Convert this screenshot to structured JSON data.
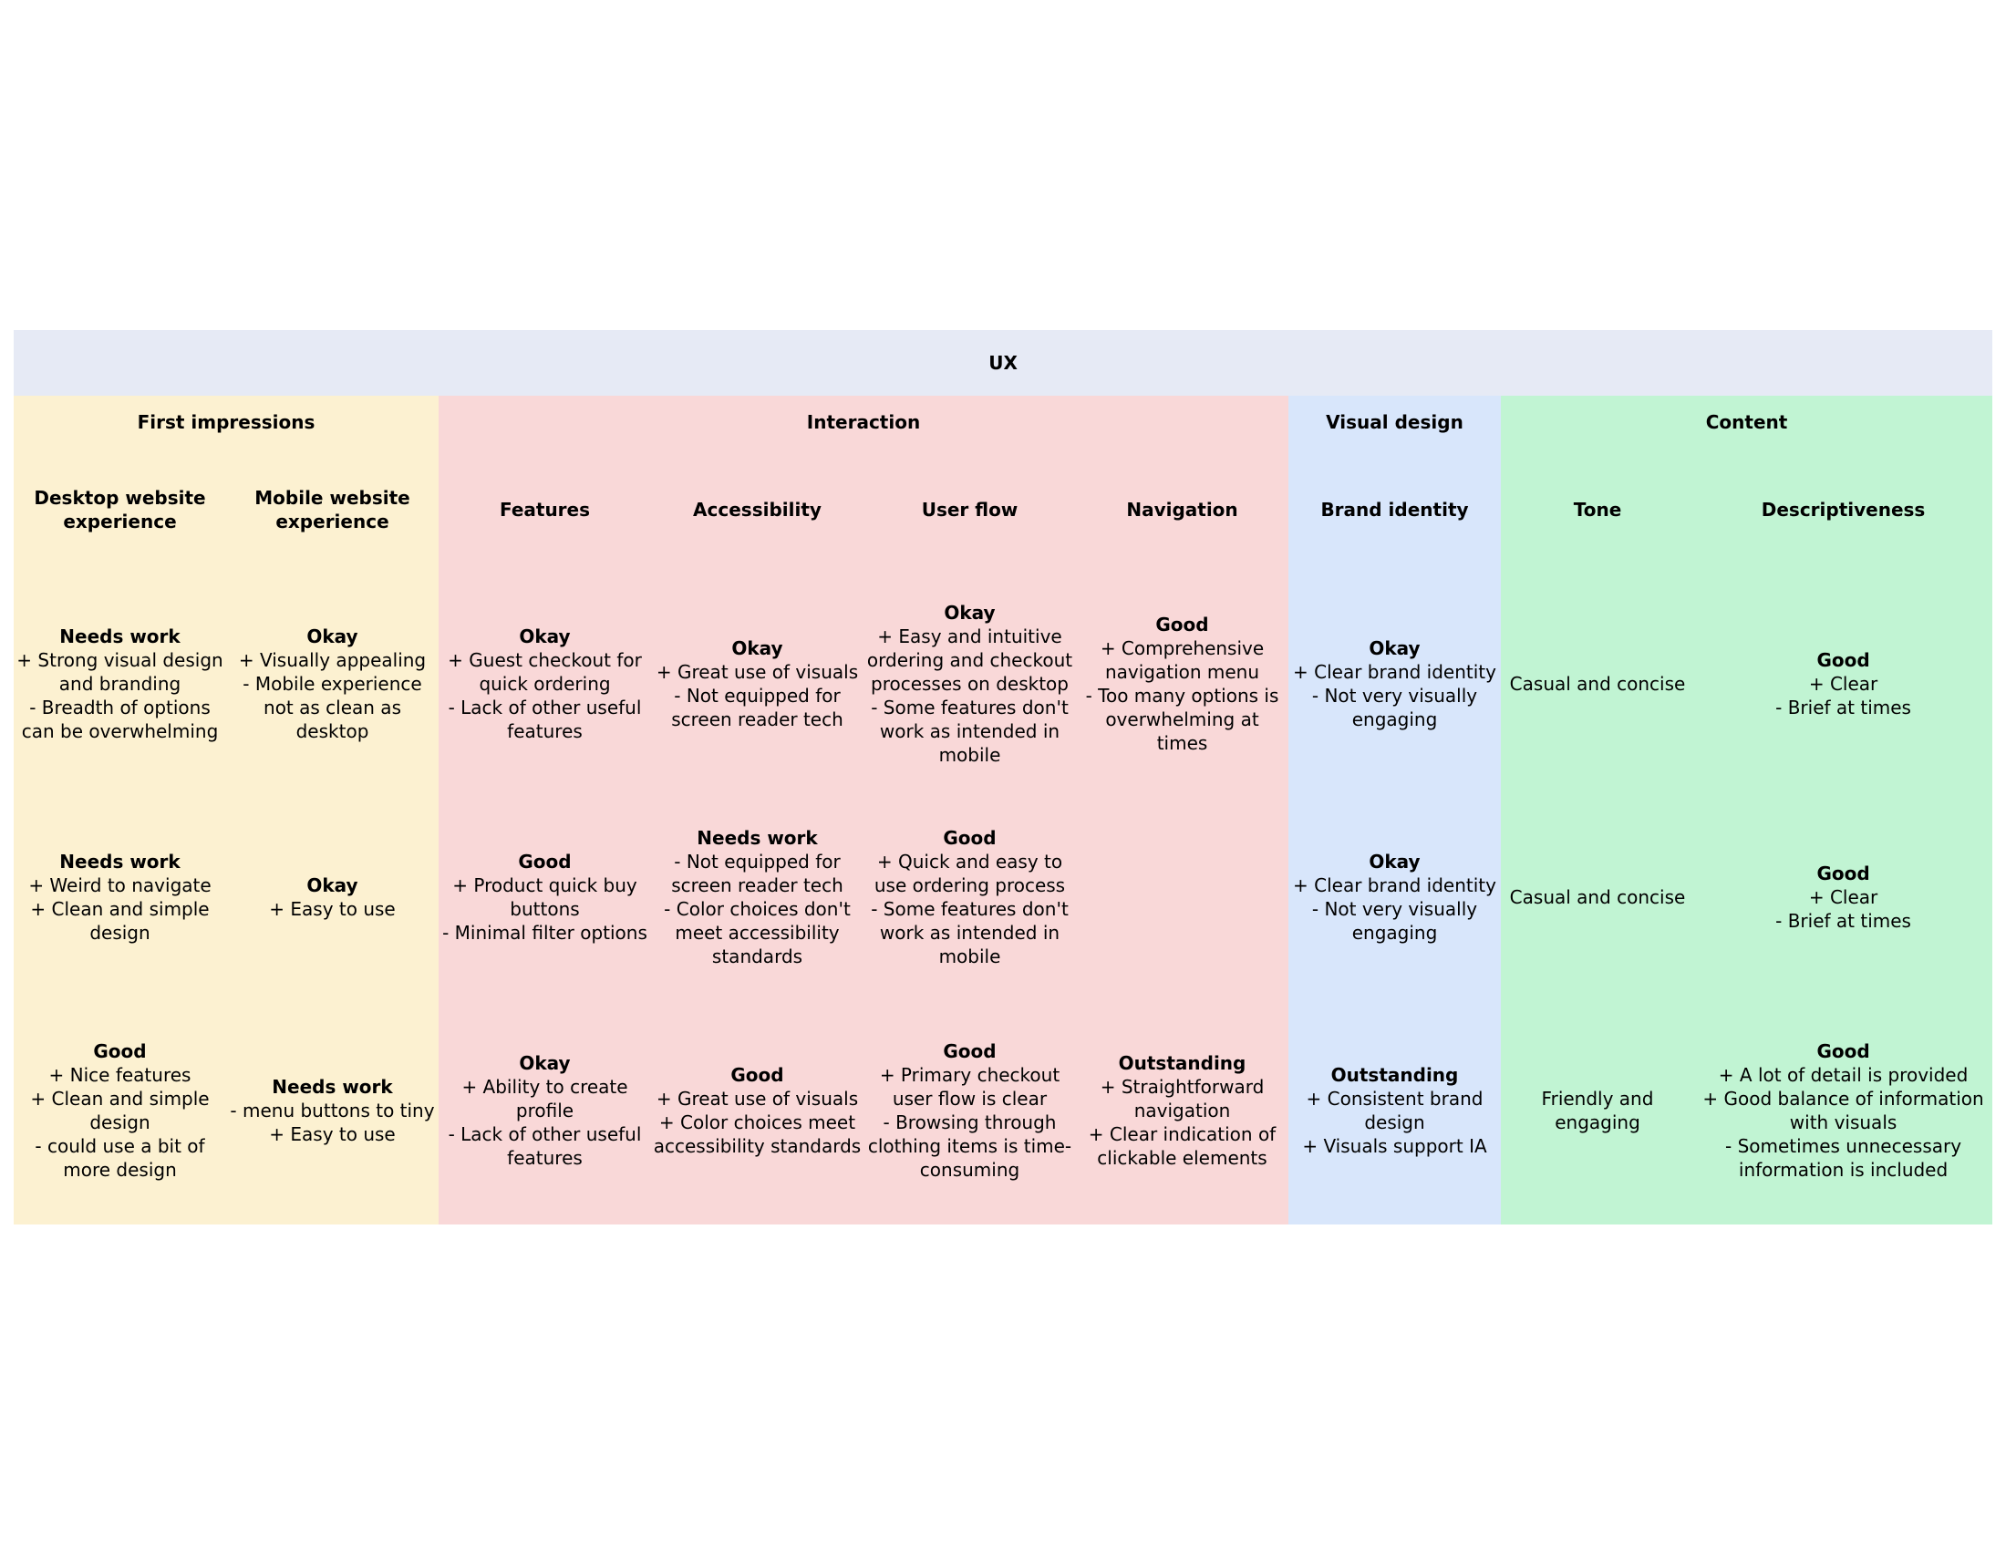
{
  "title": "UX",
  "groups": [
    {
      "label": "First impressions",
      "span": 2,
      "color": "#fcf1d1"
    },
    {
      "label": "Interaction",
      "span": 4,
      "color": "#f9d8d8"
    },
    {
      "label": "Visual design",
      "span": 1,
      "color": "#d8e6fb"
    },
    {
      "label": "Content",
      "span": 2,
      "color": "#c1f4d3"
    }
  ],
  "columns": [
    "Desktop website experience",
    "Mobile website experience",
    "Features",
    "Accessibility",
    "User flow",
    "Navigation",
    "Brand identity",
    "Tone",
    "Descriptiveness"
  ],
  "rows": [
    [
      {
        "rating": "Needs work",
        "notes": [
          "+ Strong visual design and branding",
          "- Breadth of options can be overwhelming"
        ]
      },
      {
        "rating": "Okay",
        "notes": [
          "+ Visually appealing",
          "- Mobile experience not as clean as desktop"
        ]
      },
      {
        "rating": "Okay",
        "notes": [
          "+ Guest checkout for quick ordering",
          "- Lack of other useful features"
        ]
      },
      {
        "rating": "Okay",
        "notes": [
          "+ Great use of visuals",
          "- Not equipped for screen reader tech"
        ]
      },
      {
        "rating": "Okay",
        "notes": [
          "+ Easy and intuitive ordering and checkout processes on desktop",
          "- Some features don't work as intended in mobile"
        ]
      },
      {
        "rating": "Good",
        "notes": [
          "+ Comprehensive navigation menu",
          "- Too many options is overwhelming at times"
        ]
      },
      {
        "rating": "Okay",
        "notes": [
          "+ Clear brand identity",
          "- Not very visually engaging"
        ]
      },
      {
        "rating": "",
        "notes": [
          "Casual and concise"
        ]
      },
      {
        "rating": "Good",
        "notes": [
          "+ Clear",
          "- Brief at times"
        ]
      }
    ],
    [
      {
        "rating": "Needs work",
        "notes": [
          "+ Weird to navigate",
          "+ Clean and simple design"
        ]
      },
      {
        "rating": "Okay",
        "notes": [
          "+ Easy to use"
        ]
      },
      {
        "rating": "Good",
        "notes": [
          "+ Product quick buy buttons",
          "- Minimal filter options"
        ]
      },
      {
        "rating": "Needs work",
        "notes": [
          "- Not equipped for screen reader tech",
          "- Color choices don't meet accessibility standards"
        ]
      },
      {
        "rating": "Good",
        "notes": [
          "+ Quick and easy to use ordering process",
          "- Some features don't work as intended in mobile"
        ]
      },
      {
        "rating": "",
        "notes": []
      },
      {
        "rating": "Okay",
        "notes": [
          "+ Clear brand identity",
          "- Not very visually engaging"
        ]
      },
      {
        "rating": "",
        "notes": [
          "Casual and concise"
        ]
      },
      {
        "rating": "Good",
        "notes": [
          "+ Clear",
          "- Brief at times"
        ]
      }
    ],
    [
      {
        "rating": "Good",
        "notes": [
          "+ Nice features",
          "+ Clean and simple design",
          "- could use a bit of more design"
        ]
      },
      {
        "rating": "Needs work",
        "notes": [
          "- menu buttons to tiny",
          "+ Easy to use"
        ]
      },
      {
        "rating": "Okay",
        "notes": [
          "+ Ability to create profile",
          "- Lack of other useful features"
        ]
      },
      {
        "rating": "Good",
        "notes": [
          "+ Great use of visuals",
          "+ Color choices meet accessibility standards"
        ]
      },
      {
        "rating": "Good",
        "notes": [
          "+ Primary checkout user flow is clear",
          "- Browsing through clothing items is time-consuming"
        ]
      },
      {
        "rating": "Outstanding",
        "notes": [
          "+ Straightforward navigation",
          "+ Clear indication of clickable elements"
        ]
      },
      {
        "rating": "Outstanding",
        "notes": [
          "+ Consistent brand design",
          "+ Visuals support IA"
        ]
      },
      {
        "rating": "",
        "notes": [
          "Friendly and engaging"
        ]
      },
      {
        "rating": "Good",
        "notes": [
          "+ A lot of detail is provided",
          "+ Good balance of information with visuals",
          "- Sometimes unnecessary information is included"
        ]
      }
    ]
  ]
}
